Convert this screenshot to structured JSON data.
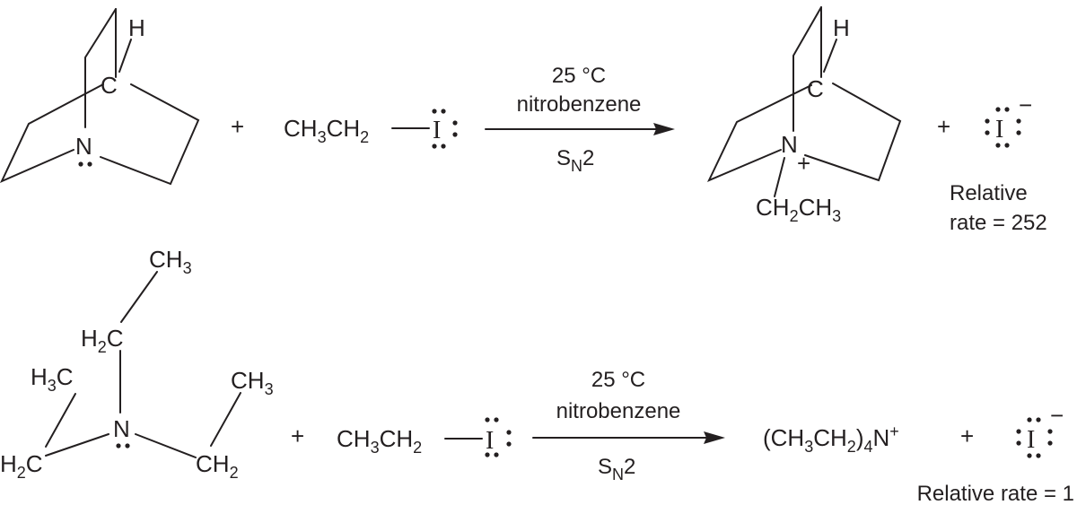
{
  "reaction1": {
    "reactant_atoms": {
      "H": "H",
      "C": "C",
      "N": "N"
    },
    "plus1": "+",
    "ethyl_iodide": {
      "a": "CH",
      "b": "3",
      "c": "CH",
      "d": "2",
      "iodine": "I"
    },
    "conditions": {
      "temperature": "25 °C",
      "solvent": "nitrobenzene",
      "mechanism_main": "S",
      "mechanism_sub": "N",
      "mechanism_tail": "2"
    },
    "product_atoms": {
      "H": "H",
      "C": "C",
      "N": "N",
      "charge": "+"
    },
    "product_ethyl": {
      "a": "CH",
      "b": "2",
      "c": "CH",
      "d": "3"
    },
    "plus2": "+",
    "iodide": {
      "symbol": "I",
      "charge": "−"
    },
    "rate_line1": "Relative",
    "rate_line2": "rate = 252"
  },
  "reaction2": {
    "amine_groups": {
      "top_ch3": {
        "a": "CH",
        "b": "3"
      },
      "h2c": {
        "a": "H",
        "b": "2",
        "c": "C"
      },
      "h3c": {
        "a": "H",
        "b": "3",
        "c": "C"
      },
      "right_ch3": {
        "a": "CH",
        "b": "3"
      },
      "n": "N",
      "h2c_low": {
        "a": "H",
        "b": "2",
        "c": "C"
      },
      "ch2_low": {
        "a": "CH",
        "b": "2"
      }
    },
    "plus1": "+",
    "ethyl_iodide": {
      "a": "CH",
      "b": "3",
      "c": "CH",
      "d": "2",
      "iodine": "I"
    },
    "conditions": {
      "temperature": "25 °C",
      "solvent": "nitrobenzene",
      "mechanism_main": "S",
      "mechanism_sub": "N",
      "mechanism_tail": "2"
    },
    "product": {
      "a": "(CH",
      "b": "3",
      "c": "CH",
      "d": "2",
      "e": ")",
      "f": "4",
      "g": "N",
      "h": "+"
    },
    "plus2": "+",
    "iodide": {
      "symbol": "I",
      "charge": "−"
    },
    "rate": "Relative rate = 1"
  },
  "colors": {
    "ink": "#231f20",
    "background": "#ffffff"
  }
}
